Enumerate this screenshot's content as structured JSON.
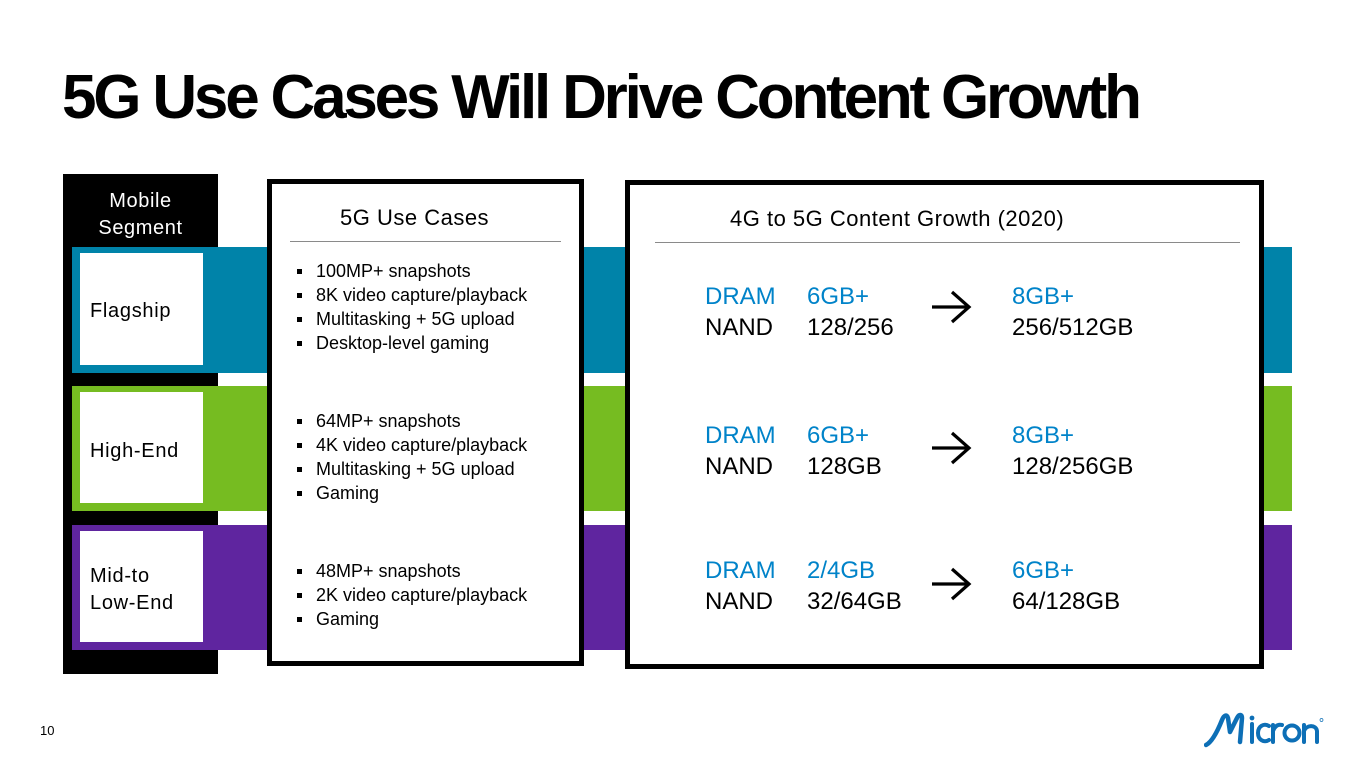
{
  "slide": {
    "title": "5G Use Cases Will Drive Content Growth",
    "page_number": "10",
    "logo_text": "Micron"
  },
  "segment_column": {
    "header": "Mobile\nSegment",
    "segments": [
      {
        "label": "Flagship",
        "color": "#0083a9"
      },
      {
        "label": "High-End",
        "color": "#76bc21"
      },
      {
        "label": "Mid-to\nLow-End",
        "color": "#5f259f"
      }
    ]
  },
  "use_cases": {
    "title": "5G Use Cases",
    "groups": [
      [
        "100MP+ snapshots",
        "8K video capture/playback",
        "Multitasking + 5G upload",
        "Desktop-level gaming"
      ],
      [
        "64MP+ snapshots",
        "4K video capture/playback",
        "Multitasking + 5G upload",
        "Gaming"
      ],
      [
        "48MP+ snapshots",
        "2K video capture/playback",
        "Gaming"
      ]
    ]
  },
  "content_growth": {
    "title": "4G to 5G Content Growth (2020)",
    "arrow_icon": "right-arrow-icon",
    "rows": [
      {
        "dram_label": "DRAM",
        "dram_from": "6GB+",
        "dram_to": "8GB+",
        "nand_label": "NAND",
        "nand_from": "128/256",
        "nand_to": "256/512GB"
      },
      {
        "dram_label": "DRAM",
        "dram_from": "6GB+",
        "dram_to": "8GB+",
        "nand_label": "NAND",
        "nand_from": "128GB",
        "nand_to": "128/256GB"
      },
      {
        "dram_label": "DRAM",
        "dram_from": "2/4GB",
        "dram_to": "6GB+",
        "nand_label": "NAND",
        "nand_from": "32/64GB",
        "nand_to": "64/128GB"
      }
    ]
  },
  "colors": {
    "flagship": "#0083a9",
    "high_end": "#76bc21",
    "mid_low": "#5f259f",
    "dram_text": "#0083c9",
    "logo": "#0d6fb6"
  }
}
